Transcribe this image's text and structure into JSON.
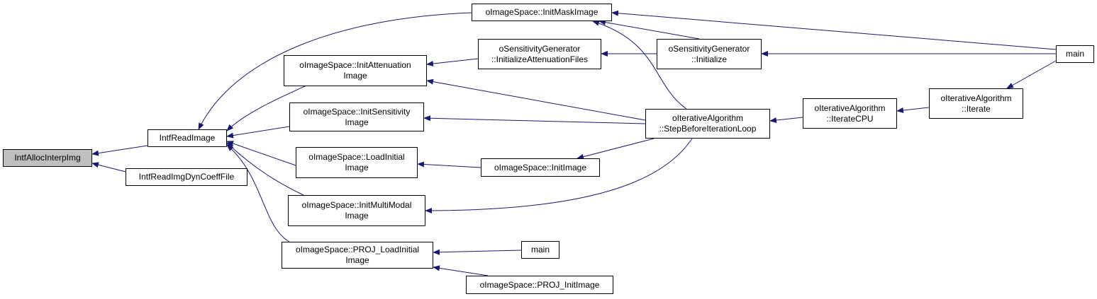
{
  "graph": {
    "edge_color": "#191970",
    "node_border_color": "#000000",
    "current_node_fill": "#bfbfbf",
    "nodes": {
      "allocInterp": {
        "lines": [
          "IntfAllocInterpImg"
        ],
        "current": true
      },
      "readImage": {
        "lines": [
          "IntfReadImage"
        ]
      },
      "readImgDyn": {
        "lines": [
          "IntfReadImgDynCoeffFile"
        ]
      },
      "initMask": {
        "lines": [
          "oImageSpace::InitMaskImage"
        ]
      },
      "initAtten": {
        "lines": [
          "oImageSpace::InitAttenuation",
          "Image"
        ]
      },
      "initSens": {
        "lines": [
          "oImageSpace::InitSensitivity",
          "Image"
        ]
      },
      "loadInitial": {
        "lines": [
          "oImageSpace::LoadInitial",
          "Image"
        ]
      },
      "initMulti": {
        "lines": [
          "oImageSpace::InitMultiModal",
          "Image"
        ]
      },
      "projLoad": {
        "lines": [
          "oImageSpace::PROJ_LoadInitial",
          "Image"
        ]
      },
      "sensInitAtten": {
        "lines": [
          "oSensitivityGenerator",
          "::InitializeAttenuationFiles"
        ]
      },
      "initImage": {
        "lines": [
          "oImageSpace::InitImage"
        ]
      },
      "main2": {
        "lines": [
          "main"
        ]
      },
      "projInit": {
        "lines": [
          "oImageSpace::PROJ_InitImage"
        ]
      },
      "sensInit": {
        "lines": [
          "oSensitivityGenerator",
          "::Initialize"
        ]
      },
      "stepBefore": {
        "lines": [
          "oIterativeAlgorithm",
          "::StepBeforeIterationLoop"
        ]
      },
      "iterCPU": {
        "lines": [
          "oIterativeAlgorithm",
          "::IterateCPU"
        ]
      },
      "iterate": {
        "lines": [
          "oIterativeAlgorithm",
          "::Iterate"
        ]
      },
      "main1": {
        "lines": [
          "main"
        ]
      }
    },
    "edges": [
      {
        "from": "readImage",
        "to": "allocInterp"
      },
      {
        "from": "readImgDyn",
        "to": "allocInterp"
      },
      {
        "from": "initMask",
        "to": "readImage"
      },
      {
        "from": "initAtten",
        "to": "readImage"
      },
      {
        "from": "initSens",
        "to": "readImage"
      },
      {
        "from": "loadInitial",
        "to": "readImage"
      },
      {
        "from": "initMulti",
        "to": "readImage"
      },
      {
        "from": "projLoad",
        "to": "readImage"
      },
      {
        "from": "main1",
        "to": "initMask"
      },
      {
        "from": "sensInit",
        "to": "initMask"
      },
      {
        "from": "stepBefore",
        "to": "initMask"
      },
      {
        "from": "sensInitAtten",
        "to": "initAtten"
      },
      {
        "from": "stepBefore",
        "to": "initAtten"
      },
      {
        "from": "sensInit",
        "to": "sensInitAtten"
      },
      {
        "from": "main1",
        "to": "sensInit"
      },
      {
        "from": "stepBefore",
        "to": "initSens"
      },
      {
        "from": "initImage",
        "to": "loadInitial"
      },
      {
        "from": "stepBefore",
        "to": "initImage"
      },
      {
        "from": "stepBefore",
        "to": "initMulti"
      },
      {
        "from": "main2",
        "to": "projLoad"
      },
      {
        "from": "projInit",
        "to": "projLoad"
      },
      {
        "from": "iterCPU",
        "to": "stepBefore"
      },
      {
        "from": "iterate",
        "to": "iterCPU"
      },
      {
        "from": "main1",
        "to": "iterate"
      }
    ]
  }
}
